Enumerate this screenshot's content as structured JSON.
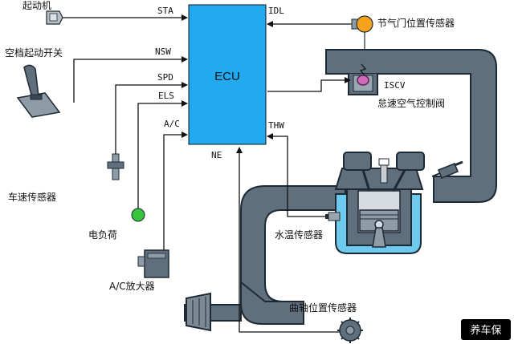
{
  "ecu": {
    "label": "ECU"
  },
  "inputs": {
    "STA": "STA",
    "NSW": "NSW",
    "SPD": "SPD",
    "ELS": "ELS",
    "AC": "A/C",
    "NE": "NE",
    "IDL": "IDL",
    "THW": "THW"
  },
  "components": {
    "starter": "起动机",
    "neutral_switch": "空档起动开关",
    "speed_sensor": "车速传感器",
    "electric_load": "电负荷",
    "ac_amplifier": "A/C放大器",
    "throttle_sensor": "节气门位置传感器",
    "iscv_code": "ISCV",
    "iscv_name": "怠速空气控制阀",
    "coolant_sensor": "水温传感器",
    "crank_sensor": "曲轴位置传感器"
  },
  "watermark": "养车保",
  "colors": {
    "ecu_fill": "#22aaf0",
    "duct_fill": "#5f6f7d",
    "duct_edge": "#1e2a33",
    "coolant": "#6fc8ee",
    "throttle_sensor": "#f7a21c",
    "iscv_valve": "#d06ab8",
    "electric_load": "#35c43a",
    "watermark_bg": "#000000"
  }
}
